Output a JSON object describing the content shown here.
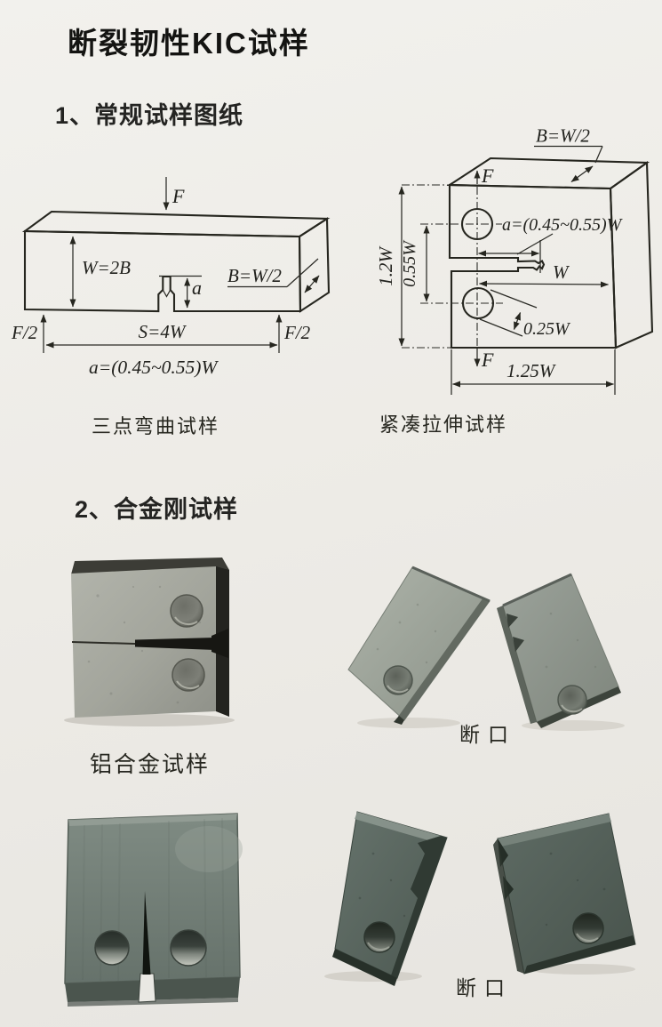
{
  "page": {
    "title": "断裂韧性KIC试样"
  },
  "sections": {
    "conventional": {
      "heading": "1、常规试样图纸"
    },
    "alloy": {
      "heading": "2、合金刚试样"
    }
  },
  "bend_diagram": {
    "caption": "三点弯曲试样",
    "labels": {
      "force_top": "F",
      "height": "W=2B",
      "thickness": "B=W/2",
      "crack_depth": "a",
      "reaction_left": "F/2",
      "span": "S=4W",
      "reaction_right": "F/2",
      "crack_formula": "a=(0.45~0.55)W"
    }
  },
  "ct_diagram": {
    "caption": "紧凑拉伸试样",
    "labels": {
      "thickness": "B=W/2",
      "force_top": "F",
      "crack_formula": "a=(0.45~0.55)W",
      "height": "1.2W",
      "hole_spacing": "0.55W",
      "width": "W",
      "hole_note": "0.25W",
      "force_bottom": "F",
      "overall_width": "1.25W"
    }
  },
  "photos": {
    "aluminum": {
      "caption": "铝合金试样"
    },
    "fracture_top": {
      "caption": "断口"
    },
    "fracture_bottom": {
      "caption": "断口"
    }
  },
  "colors": {
    "page_bg": "#edebe6",
    "line": "#26261f",
    "metal_light": "#a6a89f",
    "metal_dark": "#5e6b64"
  }
}
